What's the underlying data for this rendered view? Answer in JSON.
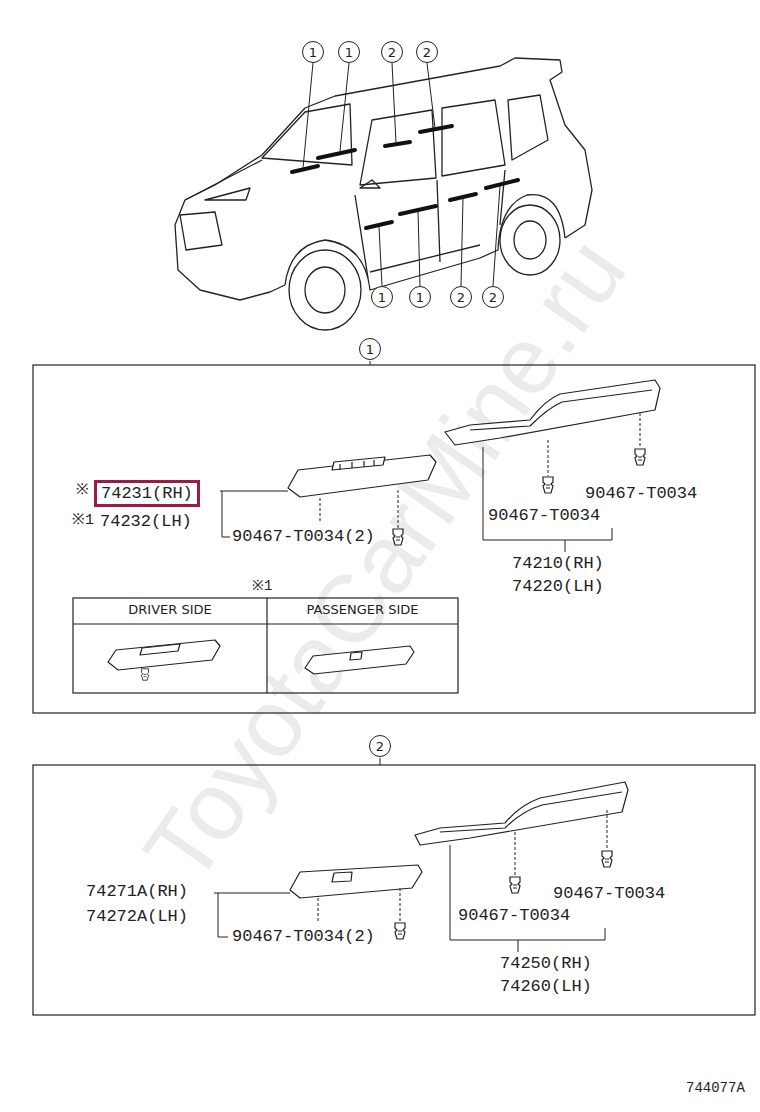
{
  "diagram": {
    "nodes": [
      {
        "text": [
          "1"
        ]
      },
      {
        "text": [
          "1"
        ]
      },
      {
        "text": [
          "2"
        ]
      },
      {
        "text": [
          "2"
        ]
      },
      {
        "text": [
          "1"
        ]
      },
      {
        "text": [
          "1"
        ]
      },
      {
        "text": [
          "2"
        ]
      },
      {
        "text": [
          "2"
        ]
      },
      {
        "text": [
          "1"
        ]
      },
      {
        "text": [
          "2"
        ]
      },
      {
        "text": [
          "74231(RH)"
        ]
      }
    ],
    "labels": [
      "74232(LH)",
      "90467-T0034(2)",
      "90467-T0034",
      "90467-T0034",
      "74210(RH)",
      "74220(LH)",
      "※",
      "※1",
      "※1",
      "DRIVER SIDE",
      "PASSENGER SIDE",
      "74271A(RH)",
      "74272A(LH)",
      "90467-T0034(2)",
      "90467-T0034",
      "90467-T0034",
      "74250(RH)",
      "74260(LH)",
      "ToyotaCarMine.ru",
      "744077A"
    ]
  }
}
